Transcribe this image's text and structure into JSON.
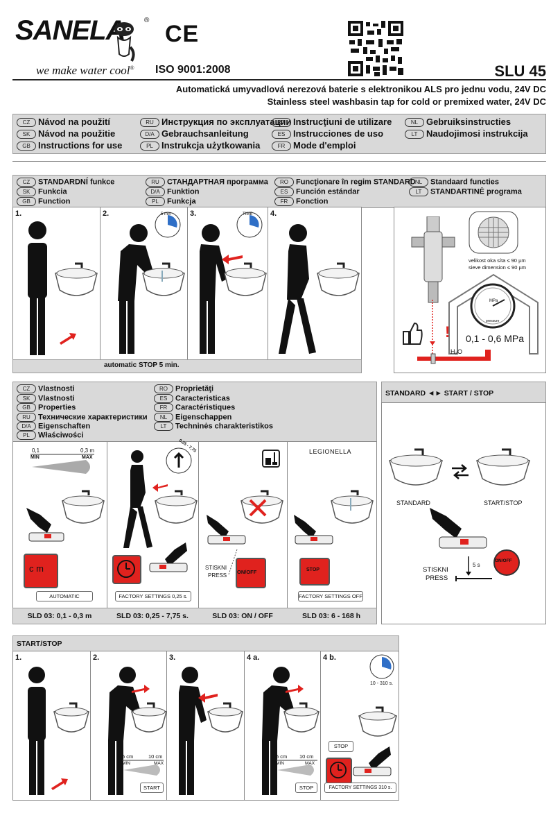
{
  "brand": {
    "name": "SANELA",
    "registered": "®",
    "tagline": "we make water cool",
    "tagline_mark": "®",
    "ce": "CE",
    "iso": "ISO 9001:2008"
  },
  "product_code": "SLU 45",
  "subtitle_cz": "Automatická umyvadlová nerezová baterie s elektronikou ALS pro jednu vodu, 24V DC",
  "subtitle_en": "Stainless steel washbasin tap for cold or premixed water, 24V DC",
  "manuals": [
    {
      "code": "CZ",
      "label": "Návod na použití"
    },
    {
      "code": "RU",
      "label": "Инструкция по эксплуатации"
    },
    {
      "code": "RO",
      "label": "Instrucţiuni de utilizare"
    },
    {
      "code": "NL",
      "label": "Gebruiksinstructies"
    },
    {
      "code": "SK",
      "label": "Návod na použitie"
    },
    {
      "code": "D/A",
      "label": "Gebrauchsanleitung"
    },
    {
      "code": "ES",
      "label": "Instrucciones de uso"
    },
    {
      "code": "LT",
      "label": "Naudojimosi instrukcija"
    },
    {
      "code": "GB",
      "label": "Instructions for use"
    },
    {
      "code": "PL",
      "label": "Instrukcja użytkowania"
    },
    {
      "code": "FR",
      "label": "Mode d'emploi"
    }
  ],
  "standard_function": {
    "headers": [
      {
        "code": "CZ",
        "label": "STANDARDNÍ funkce"
      },
      {
        "code": "RU",
        "label": "СТАНДАРТНАЯ программа"
      },
      {
        "code": "RO",
        "label": "Funcţionare în regim STANDARD"
      },
      {
        "code": "NL",
        "label": "Standaard functies"
      },
      {
        "code": "SK",
        "label": "Funkcia"
      },
      {
        "code": "D/A",
        "label": "Funktion"
      },
      {
        "code": "ES",
        "label": "Función estándar"
      },
      {
        "code": "LT",
        "label": "STANDARTINĖ programa"
      },
      {
        "code": "GB",
        "label": "Function"
      },
      {
        "code": "PL",
        "label": "Funkcja"
      },
      {
        "code": "FR",
        "label": "Fonction"
      }
    ],
    "steps": [
      "1.",
      "2.",
      "3.",
      "4."
    ],
    "step2_badge": "5 min",
    "step3_badge": "TIME",
    "auto_stop": "automatic STOP 5 min.",
    "filter_label_1": "velikost oka síta ≤ 90 µm",
    "filter_label_2": "sieve dimension ≤ 90 µm",
    "gauge_unit": "MPa",
    "gauge_small": "pressure",
    "pressure_range": "0,1 - 0,6 MPa",
    "h2o": "H₂O",
    "warn": "!"
  },
  "properties": {
    "headers": [
      {
        "code": "CZ",
        "label": "Vlastnosti"
      },
      {
        "code": "RO",
        "label": "Proprietăţi"
      },
      {
        "code": "SK",
        "label": "Vlastnosti"
      },
      {
        "code": "ES",
        "label": "Caracteristicas"
      },
      {
        "code": "GB",
        "label": "Properties"
      },
      {
        "code": "FR",
        "label": "Caractéristiques"
      },
      {
        "code": "RU",
        "label": "Технические характеристики"
      },
      {
        "code": "NL",
        "label": "Eigenschappen"
      },
      {
        "code": "D/A",
        "label": "Eigenschaften"
      },
      {
        "code": "LT",
        "label": "Techninės charakteristikos"
      },
      {
        "code": "PL",
        "label": "Właściwości"
      }
    ],
    "range_min_value": "0,1",
    "range_max_value": "0,3 m",
    "range_min": "MIN",
    "range_max": "MAX",
    "cm": "c m",
    "delay_badge": "0,25 - 7,75",
    "press_cz": "STISKNI",
    "press_en": "PRESS",
    "on_off": "ON/OFF",
    "legionella": "LEGIONELLA",
    "stop_label": "STOP",
    "captions": [
      "AUTOMATIC",
      "FACTORY SETTINGS 0,25 s.",
      "",
      "FACTORY SETTINGS OFF"
    ],
    "sld": [
      "SLD 03: 0,1 - 0,3 m",
      "SLD 03: 0,25 - 7,75 s.",
      "SLD 03: ON / OFF",
      "SLD 03: 6 - 168 h"
    ]
  },
  "standard_startstop": {
    "title": "STANDARD ◄► START / STOP",
    "standard": "STANDARD",
    "startstop": "START/STOP",
    "press_cz": "STISKNI",
    "press_en": "PRESS",
    "seconds": "5 s",
    "on_off": "ON/OFF"
  },
  "startstop": {
    "title": "START/STOP",
    "steps": [
      "1.",
      "2.",
      "3.",
      "4 a.",
      "4 b."
    ],
    "range_min_value": "5 cm",
    "range_max_value": "10 cm",
    "range_min": "MIN",
    "range_max": "MAX",
    "start_btn": "START",
    "stop_btn": "STOP",
    "stop_box": "STOP",
    "timer_range": "10 - 310 s.",
    "factory": "FACTORY SETTINGS 310 s."
  },
  "colors": {
    "accent_red": "#e0221e",
    "panel_grey": "#d9d9d9"
  }
}
